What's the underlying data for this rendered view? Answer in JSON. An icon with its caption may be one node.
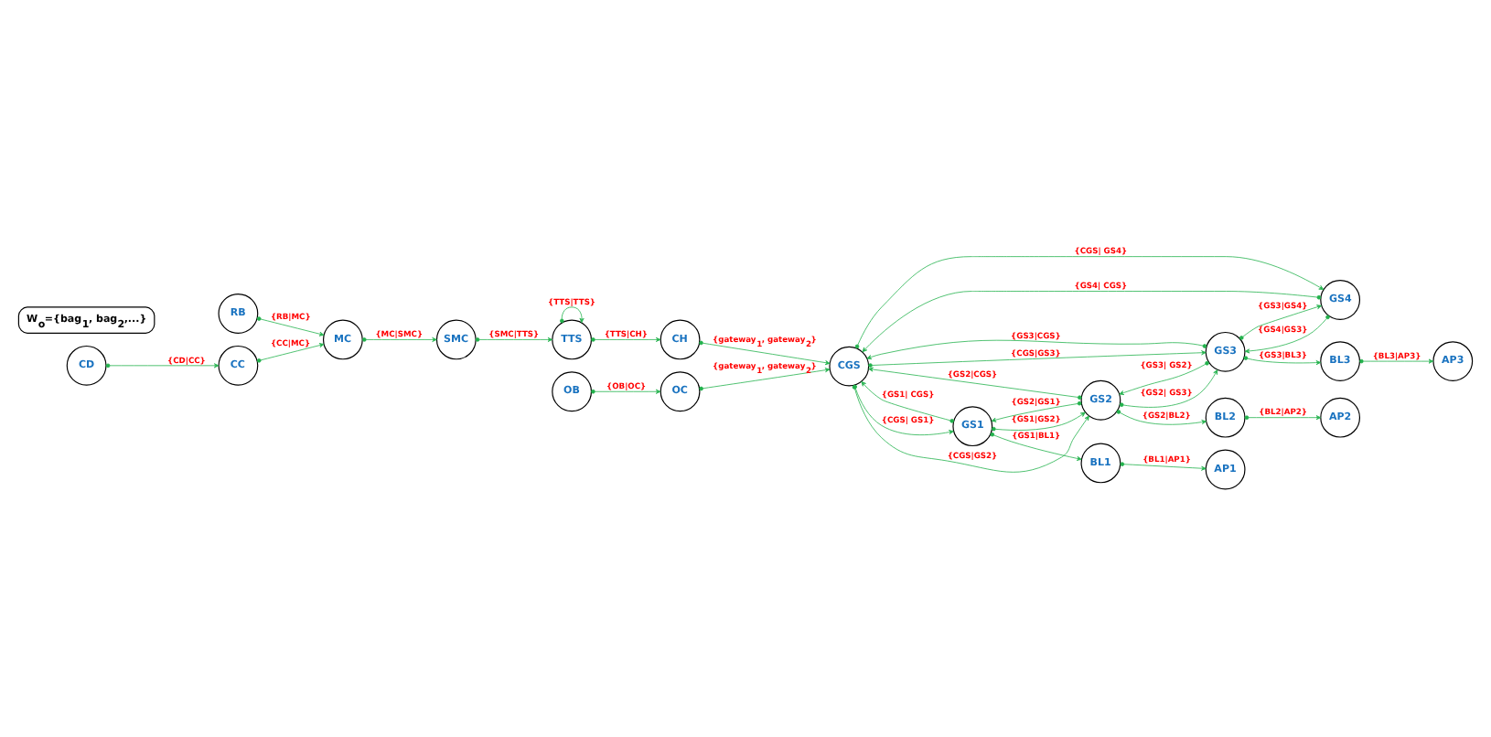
{
  "diagram": {
    "nodes": [
      {
        "text": [
          "RB"
        ]
      },
      {
        "text": [
          "MC"
        ]
      },
      {
        "text": [
          "SMC"
        ]
      },
      {
        "text": [
          "TTS"
        ]
      },
      {
        "text": [
          "CH"
        ]
      },
      {
        "text": [
          "CD"
        ]
      },
      {
        "text": [
          "CC"
        ]
      },
      {
        "text": [
          "OC"
        ]
      },
      {
        "text": [
          "OB"
        ]
      },
      {
        "text": [
          "GS1"
        ]
      },
      {
        "text": [
          "BL1"
        ]
      },
      {
        "text": [
          "AP1"
        ]
      },
      {
        "text": [
          "GS2"
        ]
      },
      {
        "text": [
          "BL2"
        ]
      },
      {
        "text": [
          "AP2"
        ]
      },
      {
        "text": [
          "CGS"
        ]
      },
      {
        "text": [
          "GS3"
        ]
      },
      {
        "text": [
          "AP3"
        ]
      },
      {
        "text": [
          "GS4"
        ]
      },
      {
        "text": [
          "BL3"
        ]
      },
      {
        "text": [
          "W$_{o}$={bag$_{1}$, bag$_{2}$,...}"
        ]
      }
    ],
    "edges": [
      {
        "from": 0,
        "to": 1,
        "arrow": "to",
        "label": "{RB|MC}"
      },
      {
        "from": 1,
        "to": 2,
        "arrow": "to",
        "label": "{MC|SMC}"
      },
      {
        "from": 2,
        "to": 3,
        "arrow": "to",
        "label": "{SMC|TTS}"
      },
      {
        "from": 3,
        "to": 3,
        "arrow": "to",
        "label": "{TTS|TTS}"
      },
      {
        "from": 3,
        "to": 4,
        "arrow": "to",
        "label": "{TTS|CH}"
      },
      {
        "from": 5,
        "to": 6,
        "arrow": "to",
        "label": "{CD|CC}"
      },
      {
        "from": 6,
        "to": 1,
        "arrow": "to",
        "label": "{CC|MC}"
      },
      {
        "from": 8,
        "to": 7,
        "arrow": "to",
        "label": "{OB|OC}"
      },
      {
        "from": 4,
        "to": 15,
        "arrow": "to",
        "label": "{gateway$_{1}$, gateway$_{2}$}"
      },
      {
        "from": 7,
        "to": 15,
        "arrow": "to",
        "label": "{gateway$_{1}$, gateway$_{2}$}"
      },
      {
        "from": 9,
        "to": 10,
        "arrow": "to",
        "label": "{GS1|BL1}"
      },
      {
        "from": 10,
        "to": 11,
        "arrow": "to",
        "label": "{BL1|AP1}"
      },
      {
        "from": 9,
        "to": 12,
        "arrow": "to",
        "label": "{GS1|GS2}"
      },
      {
        "from": 12,
        "to": 9,
        "arrow": "to",
        "label": "{GS2|GS1}"
      },
      {
        "from": 15,
        "to": 9,
        "arrow": "to",
        "label": "{CGS| GS1}"
      },
      {
        "from": 9,
        "to": 15,
        "arrow": "to",
        "label": "{GS1| CGS}"
      },
      {
        "from": 12,
        "to": 13,
        "arrow": "to",
        "label": "{GS2|BL2}"
      },
      {
        "from": 13,
        "to": 14,
        "arrow": "to",
        "label": "{BL2|AP2}"
      },
      {
        "from": 15,
        "to": 12,
        "arrow": "to",
        "label": "{CGS|GS2}"
      },
      {
        "from": 12,
        "to": 15,
        "arrow": "to",
        "label": "{GS2|CGS}"
      },
      {
        "from": 16,
        "to": 12,
        "arrow": "to",
        "label": "{GS3| GS2}"
      },
      {
        "from": 12,
        "to": 16,
        "arrow": "to",
        "label": "{GS2| GS3}"
      },
      {
        "from": 15,
        "to": 16,
        "arrow": "to",
        "label": "{CGS|GS3}"
      },
      {
        "from": 16,
        "to": 15,
        "arrow": "to",
        "label": "{GS3|CGS}"
      },
      {
        "from": 18,
        "to": 15,
        "arrow": "to",
        "label": "{GS4| CGS}"
      },
      {
        "from": 15,
        "to": 18,
        "arrow": "to",
        "label": "{CGS| GS4}"
      },
      {
        "from": 18,
        "to": 16,
        "arrow": "to",
        "label": "{GS4|GS3}"
      },
      {
        "from": 16,
        "to": 18,
        "arrow": "to",
        "label": "{GS3|GS4}"
      },
      {
        "from": 16,
        "to": 19,
        "arrow": "to",
        "label": "{GS3|BL3}"
      },
      {
        "from": 19,
        "to": 17,
        "arrow": "to",
        "label": "{BL3|AP3}"
      }
    ]
  }
}
